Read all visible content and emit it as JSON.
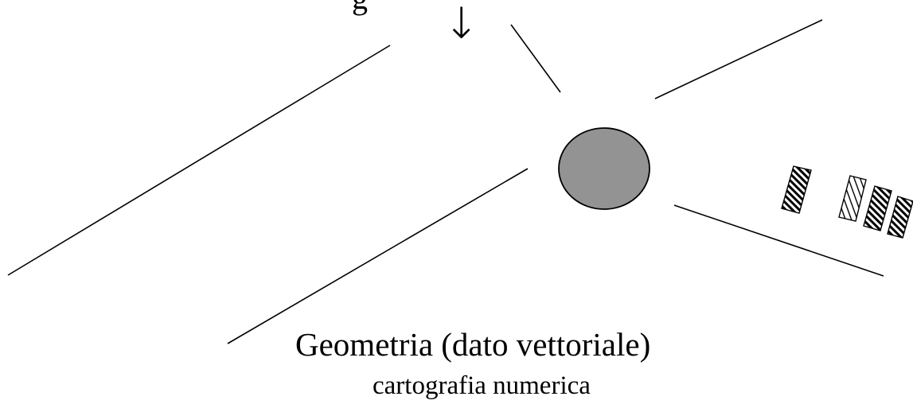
{
  "top_partial_text": "g",
  "arrow_glyph": "↓",
  "labels": {
    "main": "Geometria (dato vettoriale)",
    "sub": "cartografia numerica"
  },
  "colors": {
    "background": "#ffffff",
    "lines": "#000000",
    "circle_fill": "#939393",
    "hatch_dark": "#000000",
    "hatch_light": "#ffffff"
  },
  "icons": {
    "arrow": "arrow-down-icon",
    "circle": "point-feature-icon",
    "hatched_tiles": "hatched-polygon-icon"
  }
}
